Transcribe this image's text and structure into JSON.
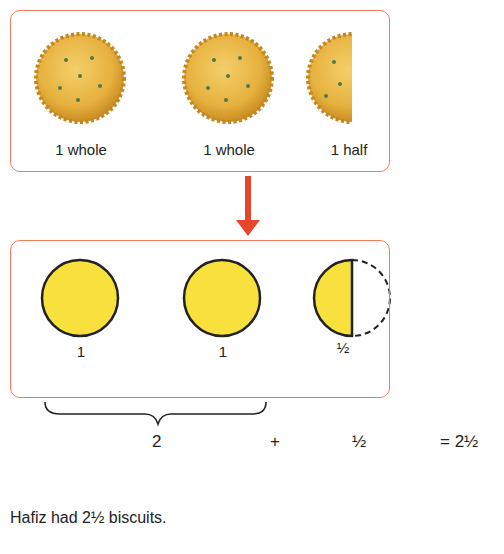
{
  "diagram": {
    "nodes": [
      {
        "text": [
          "1 whole",
          "1 whole",
          "1 half"
        ]
      },
      {
        "text": [
          "1",
          "1",
          "½"
        ]
      }
    ],
    "edges": [
      {
        "from": 0,
        "to": 1,
        "arrow": "to"
      }
    ],
    "labels": [
      "2",
      "+",
      "½",
      "= 2½",
      "Hafiz had 2½ biscuits."
    ]
  }
}
